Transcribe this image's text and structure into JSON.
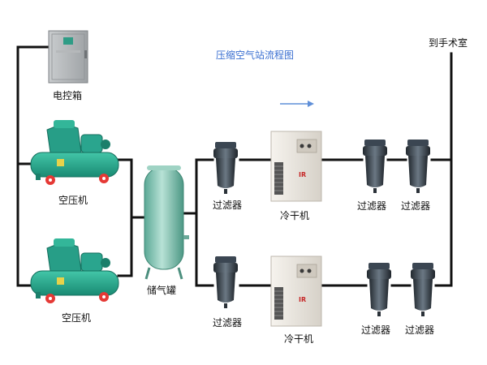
{
  "diagram": {
    "title": "压缩空气站流程图",
    "labels": {
      "control_box": "电控箱",
      "compressor_top": "空压机",
      "compressor_bottom": "空压机",
      "air_tank": "储气罐",
      "filter_top_1": "过滤器",
      "dryer_top": "冷干机",
      "filter_top_2": "过滤器",
      "filter_top_3": "过滤器",
      "filter_bottom_1": "过滤器",
      "dryer_bottom": "冷干机",
      "filter_bottom_2": "过滤器",
      "filter_bottom_3": "过滤器",
      "destination": "到手术室"
    },
    "dryer_brand": "IR",
    "colors": {
      "pipe": "#111111",
      "compressor_body": "#2aa58e",
      "compressor_wheel": "#e53935",
      "tank": "#7fc1b0",
      "filter": "#3b4652",
      "dryer": "#ebe7df",
      "title": "#3a6fd1",
      "arrow": "#5f8fd8"
    }
  }
}
